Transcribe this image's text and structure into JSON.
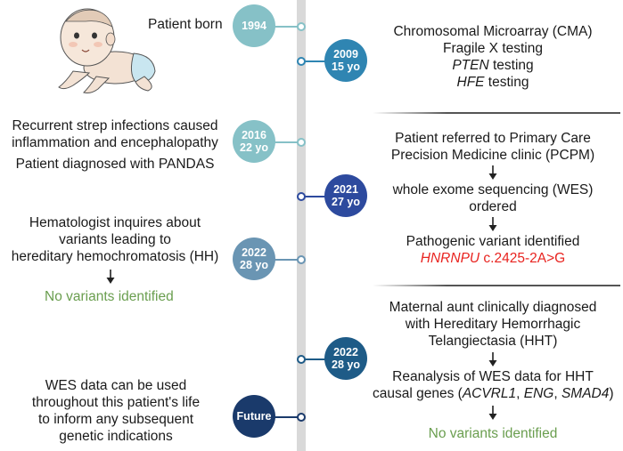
{
  "timeline": {
    "events": [
      {
        "badge": {
          "line1": "1994",
          "line2": "",
          "color": "#86c1c7"
        },
        "side": "left",
        "text": [
          "Patient born"
        ]
      },
      {
        "badge": {
          "line1": "2009",
          "line2": "15 yo",
          "color": "#2f85b2"
        },
        "side": "right",
        "text": [
          "Chromosomal Microarray (CMA)",
          "Fragile X testing",
          "PTEN testing",
          "HFE testing"
        ],
        "italic_terms": [
          "PTEN",
          "HFE"
        ]
      },
      {
        "badge": {
          "line1": "2016",
          "line2": "22 yo",
          "color": "#86c1c7"
        },
        "side": "left",
        "text": [
          "Recurrent strep infections caused",
          "inflammation and encephalopathy",
          "Patient diagnosed with PANDAS"
        ]
      },
      {
        "badge": {
          "line1": "2021",
          "line2": "27 yo",
          "color": "#2d4a9e"
        },
        "side": "right",
        "text": [
          "Patient referred to Primary Care",
          "Precision Medicine clinic (PCPM)",
          "whole exome sequencing (WES)",
          "ordered",
          "Pathogenic variant identified"
        ],
        "variant": {
          "gene": "HNRNPU",
          "change": "c.2425-2A>G",
          "color": "#e8231f"
        }
      },
      {
        "badge": {
          "line1": "2022",
          "line2": "28 yo",
          "color": "#6a95b3"
        },
        "side": "left",
        "text": [
          "Hematologist inquires about",
          "variants leading to",
          "hereditary hemochromatosis (HH)"
        ],
        "result": {
          "text": "No variants identified",
          "color": "#6a9e4f"
        }
      },
      {
        "badge": {
          "line1": "2022",
          "line2": "28 yo",
          "color": "#1e5b87"
        },
        "side": "right",
        "text": [
          "Maternal aunt clinically diagnosed",
          "with Hereditary Hemorrhagic",
          "Telangiectasia (HHT)",
          "Reanalysis of WES data for HHT"
        ],
        "genes_line": {
          "prefix": "causal genes (",
          "genes": [
            "ACVRL1",
            "ENG",
            "SMAD4"
          ],
          "suffix": ")"
        },
        "result": {
          "text": "No variants identified",
          "color": "#6a9e4f"
        }
      },
      {
        "badge": {
          "line1": "Future",
          "line2": "",
          "color": "#1a3a6b"
        },
        "side": "left",
        "text": [
          "WES data can be used",
          "throughout this patient's life",
          "to inform any subsequent",
          "genetic indications"
        ]
      }
    ]
  }
}
